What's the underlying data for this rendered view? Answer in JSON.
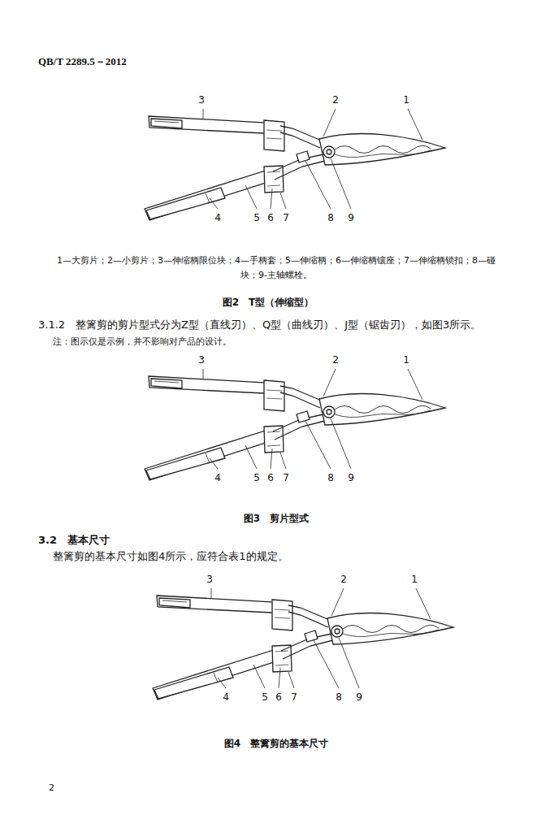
{
  "diagram": {
    "labels": [
      "QB/T 2289.5－2012",
      "3",
      "2",
      "1",
      "4",
      "5",
      "6",
      "7",
      "8",
      "9",
      "1—大剪片；2—小剪片；3—伸缩柄限位块；4—手柄套；5—伸缩柄；6—伸缩柄镶座；7—伸缩柄锁扣；8—碰块；9-主轴螺栓。",
      "图2　T型（伸缩型）",
      "3.1.2　整篱剪的剪片型式分为Z型（直线刃）、Q型（曲线刃）、J型（锯齿刃），如图3所示。",
      "注：图示仅是示例，并不影响对产品的设计。",
      "3",
      "2",
      "1",
      "4",
      "5",
      "6",
      "7",
      "8",
      "9",
      "图3　剪片型式",
      "3.2　基本尺寸",
      "整篱剪的基本尺寸如图4所示，应符合表1的规定。",
      "3",
      "2",
      "1",
      "4",
      "5",
      "6",
      "7",
      "8",
      "9",
      "图4　整篱剪的基本尺寸",
      "2"
    ]
  }
}
